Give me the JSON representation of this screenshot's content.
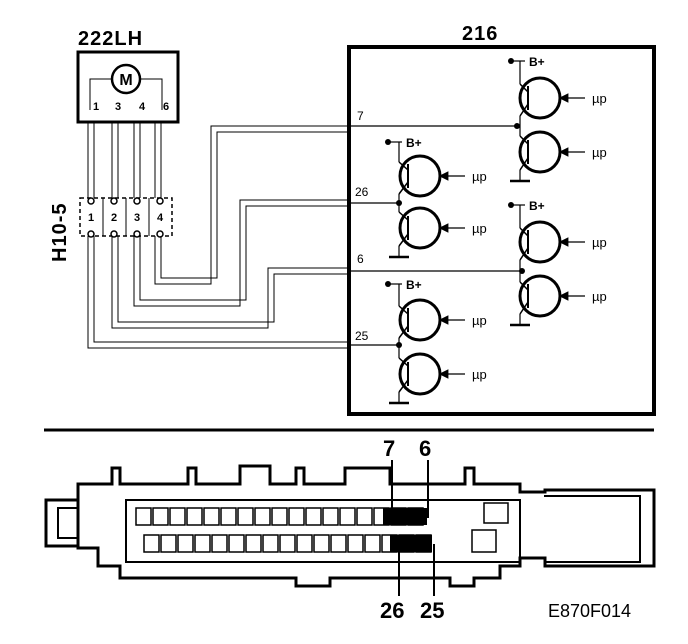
{
  "diagram": {
    "motor": {
      "ref": "222LH",
      "symbol": "M",
      "terminals": [
        "1",
        "3",
        "4",
        "6"
      ]
    },
    "connector": {
      "ref": "H10-5",
      "pins": [
        "1",
        "2",
        "3",
        "4"
      ]
    },
    "module": {
      "ref": "216",
      "pins": {
        "p7": "7",
        "p26": "26",
        "p6": "6",
        "p25": "25"
      },
      "supply_label": "B+",
      "control_label": "µp"
    },
    "harness_connector": {
      "pins_top": [
        "7",
        "6"
      ],
      "pins_bottom": [
        "26",
        "25"
      ]
    },
    "figure_code": "E870F014"
  }
}
